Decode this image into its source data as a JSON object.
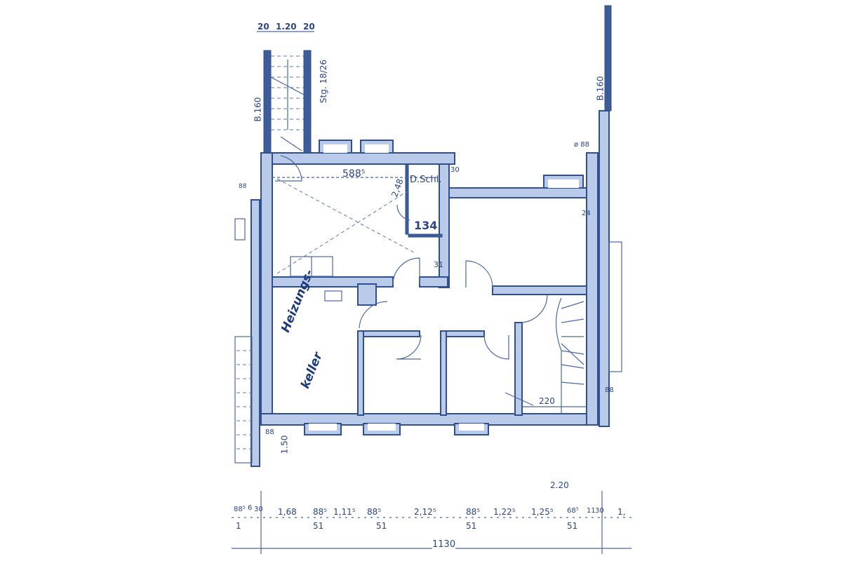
{
  "plan": {
    "stair_dims": [
      "20",
      "1.20",
      "20"
    ],
    "stair_left_label": "B.160",
    "stair_right_label": "Stg. 18/26",
    "right_stair_label": "B.160",
    "room_width": "588⁵",
    "closet_label": "D.Schl.",
    "closet_height": "2,48",
    "closet_width": "134",
    "wall_30": "30",
    "wall_24": "24",
    "wall_31": "31",
    "heating_room": [
      "Heizungs-",
      "keller"
    ],
    "dim_220_inner": "220",
    "left_88": "88",
    "bottom_left_88": "88",
    "right_88": "88",
    "right_d88": "ø 88",
    "dim_150": "1.50",
    "dim_220": "2.20",
    "bottom_dims": [
      "88⁵",
      "6",
      "30",
      "1,68",
      "88⁵",
      "1,11⁵",
      "88⁵",
      "2,12⁵",
      "88⁵",
      "1,22⁵",
      "1,25⁵",
      "68⁵",
      "11",
      "30",
      "1,"
    ],
    "bottom_sub": [
      "1",
      "51",
      "51",
      "51",
      "51"
    ],
    "total": "1130"
  }
}
